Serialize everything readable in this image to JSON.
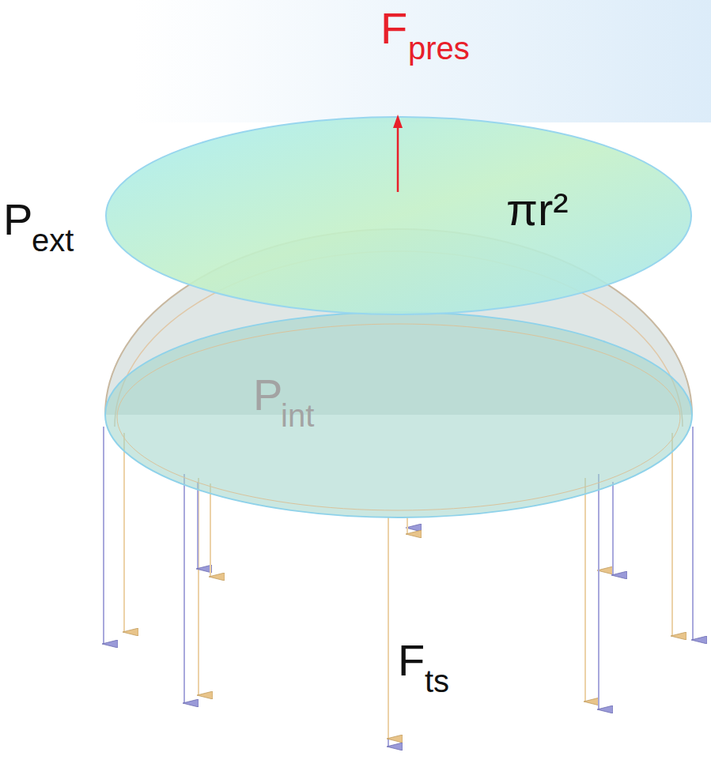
{
  "diagram": {
    "nodes": [
      {
        "text": [
          "P",
          "int"
        ]
      },
      {
        "text": [
          "πr²"
        ]
      }
    ],
    "labels": [
      "F",
      "pres",
      "P",
      "ext",
      "F",
      "ts"
    ]
  }
}
